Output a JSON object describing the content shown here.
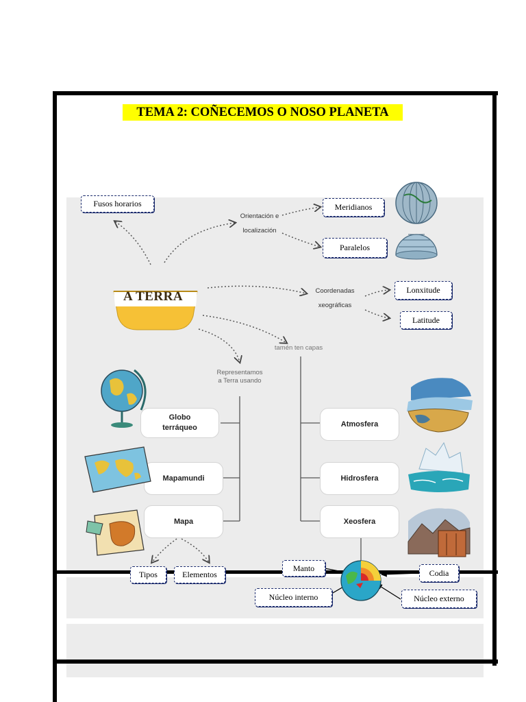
{
  "title": "TEMA 2: COÑECEMOS O NOSO PLANETA",
  "center": "A TERRA",
  "top_left": "Fusos horarios",
  "orientation_label": [
    "Orientación e",
    "localización"
  ],
  "meridians": "Meridianos",
  "parallels": "Paralelos",
  "coords_label": [
    "Coordenadas",
    "xeográficas"
  ],
  "longitude": "Lonxitude",
  "latitude": "Latitude",
  "also_label": "tamén ten capas",
  "represent_label": [
    "Representamos",
    "a Terra usando"
  ],
  "representations": [
    "Globo terráqueo",
    "Mapamundi",
    "Mapa"
  ],
  "layers": [
    "Atmosfera",
    "Hidrosfera",
    "Xeosfera"
  ],
  "map_children": [
    "Tipos",
    "Elementos"
  ],
  "earth_parts": {
    "mantle": "Manto",
    "crust": "Codia",
    "inner_core": "Núcleo interno",
    "outer_core": "Núcleo externo"
  },
  "colors": {
    "title_highlight": "#ffff00",
    "bowl": "#f6c136",
    "box_border": "#1a2a6c",
    "paper": "#ececec"
  },
  "icons": [
    "wireframe-globe-icon",
    "globe-parallels-icon",
    "desk-globe-icon",
    "world-map-icon",
    "spain-map-icon",
    "atmosphere-icon",
    "iceberg-icon",
    "mountain-icon",
    "earth-cross-section-icon"
  ]
}
